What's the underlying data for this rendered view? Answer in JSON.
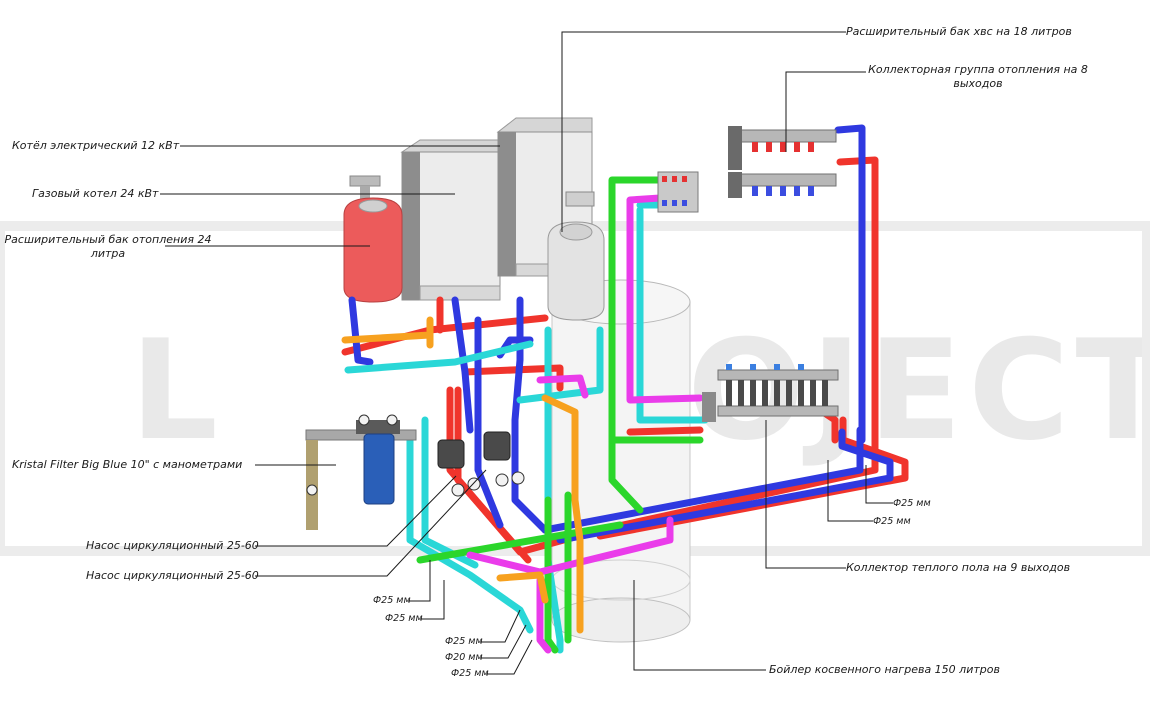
{
  "watermark": {
    "letter": "L",
    "word": "ROJECT"
  },
  "labels": {
    "exp_tank_dhw": "Расширительный бак хвс на 18 литров",
    "collector_heating_1": "Коллекторная группа отопления на 8",
    "collector_heating_2": "выходов",
    "electric_boiler": "Котёл электрический 12 кВт",
    "gas_boiler": "Газовый котел 24 кВт",
    "exp_tank_heating_1": "Расширительный бак отопления 24",
    "exp_tank_heating_2": "литра",
    "filter": "Kristal Filter Big Blue 10\" с манометрами",
    "pump_1": "Насос циркуляционный 25-60",
    "pump_2": "Насос циркуляционный 25-60",
    "d25_right_1": "Ф25 мм",
    "d25_right_2": "Ф25 мм",
    "floor_collector": "Коллектор теплого пола на 9 выходов",
    "d25_left_1": "Ф25 мм",
    "d25_left_2": "Ф25 мм",
    "d25_bottom_1": "Ф25 мм",
    "d20_bottom": "Ф20 мм",
    "d25_bottom_2": "Ф25 мм",
    "boiler_tank": "Бойлер косвенного нагрева 150 литров"
  },
  "colors": {
    "hot": "#f0342c",
    "cold": "#2f39e0",
    "cyan": "#2ad7d7",
    "green": "#2bd62b",
    "magenta": "#ea3cea",
    "orange": "#f7a11f",
    "tank_red": "#ec5b5b",
    "filter_blue": "#2a5fb8",
    "boiler_body": "#e7e7e7",
    "tank_body": "#ececec"
  }
}
